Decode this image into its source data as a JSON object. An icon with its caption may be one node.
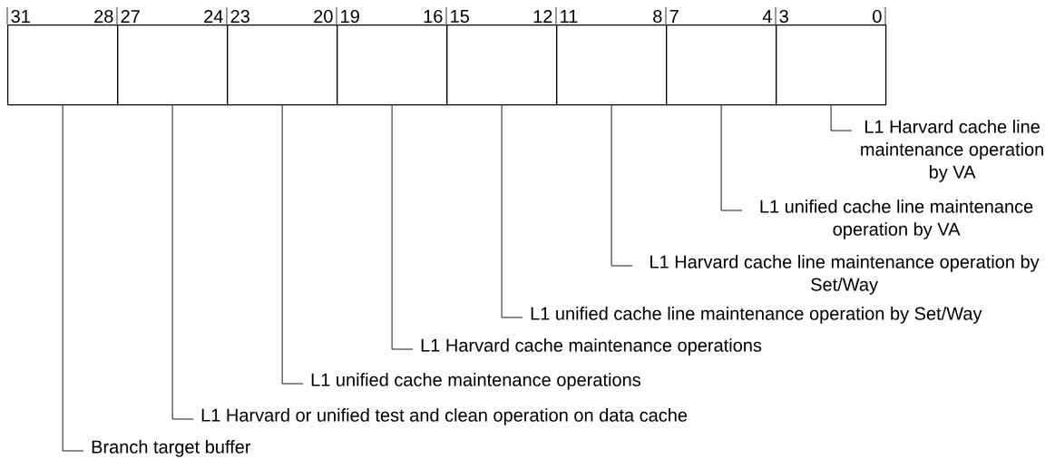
{
  "diagram": {
    "nodes": [
      {
        "text": [],
        "shape": "box",
        "beside": [
          "31",
          "28"
        ]
      },
      {
        "text": [],
        "shape": "box",
        "beside": [
          "27",
          "24"
        ]
      },
      {
        "text": [],
        "shape": "box",
        "beside": [
          "23",
          "20"
        ]
      },
      {
        "text": [],
        "shape": "box",
        "beside": [
          "19",
          "16"
        ]
      },
      {
        "text": [],
        "shape": "box",
        "beside": [
          "15",
          "12"
        ]
      },
      {
        "text": [],
        "shape": "box",
        "beside": [
          "11",
          "8"
        ]
      },
      {
        "text": [],
        "shape": "box",
        "beside": [
          "7",
          "4"
        ]
      },
      {
        "text": [],
        "shape": "box",
        "beside": [
          "3",
          "0"
        ]
      },
      {
        "text": [
          "L1 Harvard cache line maintenance operation by VA"
        ]
      },
      {
        "text": [
          "L1 unified cache line maintenance operation by VA"
        ]
      },
      {
        "text": [
          "L1 Harvard cache line maintenance operation by Set/Way"
        ]
      },
      {
        "text": [
          "L1 unified cache line maintenance operation by Set/Way"
        ]
      },
      {
        "text": [
          "L1 Harvard cache maintenance operations"
        ]
      },
      {
        "text": [
          "L1 unified cache maintenance operations"
        ]
      },
      {
        "text": [
          "L1 Harvard or unified test and clean operation on data cache"
        ]
      },
      {
        "text": [
          "Branch target buffer"
        ]
      }
    ],
    "edges": [
      {
        "from": 8,
        "to": 7,
        "arrow": "none"
      },
      {
        "from": 9,
        "to": 6,
        "arrow": "none"
      },
      {
        "from": 10,
        "to": 5,
        "arrow": "none"
      },
      {
        "from": 11,
        "to": 4,
        "arrow": "none"
      },
      {
        "from": 12,
        "to": 3,
        "arrow": "none"
      },
      {
        "from": 13,
        "to": 2,
        "arrow": "none"
      },
      {
        "from": 14,
        "to": 1,
        "arrow": "none"
      },
      {
        "from": 15,
        "to": 0,
        "arrow": "none"
      }
    ]
  }
}
